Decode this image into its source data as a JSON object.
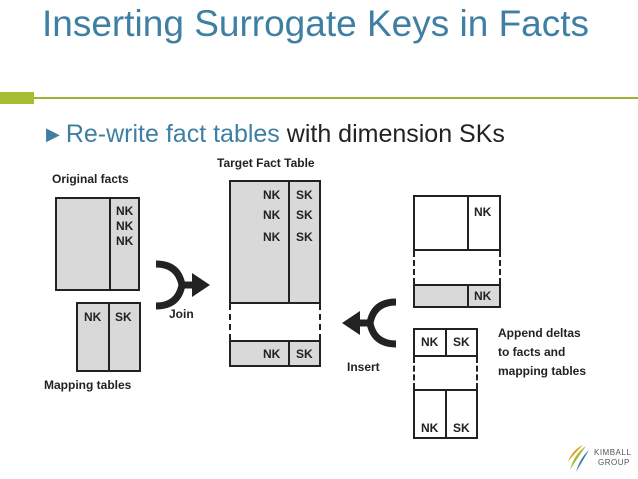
{
  "title": "Inserting Surrogate Keys in Facts",
  "bullet": {
    "highlight": "Re-write fact tables",
    "rest": " with dimension SKs"
  },
  "labels": {
    "original_facts": "Original facts",
    "mapping_tables": "Mapping tables",
    "target_fact_table": "Target Fact Table",
    "join": "Join",
    "insert": "Insert",
    "append_line1": "Append deltas",
    "append_line2": "to facts and",
    "append_line3": "mapping tables"
  },
  "keys": {
    "nk": "NK",
    "sk": "SK"
  },
  "logo": {
    "line1": "KIMBALL",
    "line2": "GROUP"
  },
  "colors": {
    "title": "#3f7fa3",
    "accent": "#a4bd32",
    "cell_grey": "#d9d9d9"
  },
  "icons": [
    "triangle-right-bullet-icon",
    "merge-arrow-icon",
    "insert-arrow-icon",
    "kimball-logo-icon"
  ]
}
